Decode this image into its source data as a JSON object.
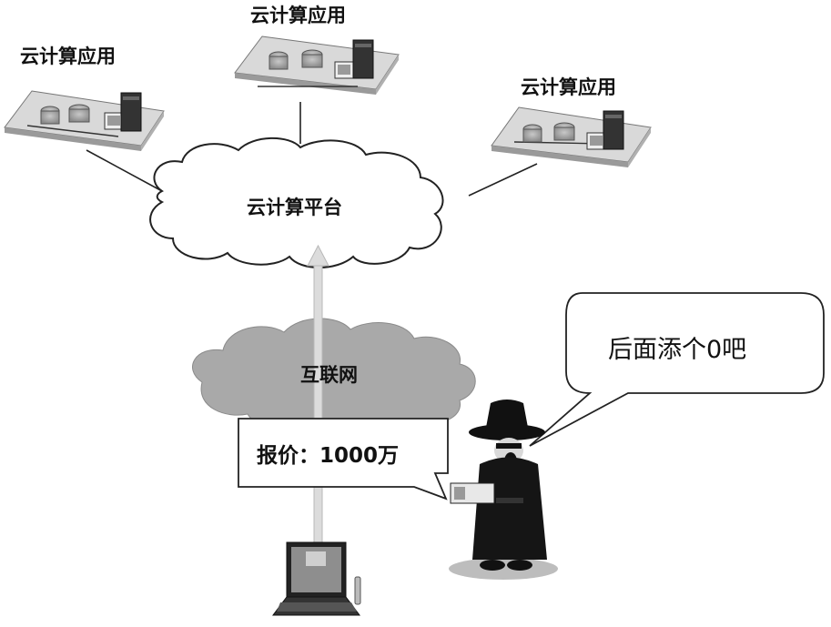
{
  "labels": {
    "app_left": "云计算应用",
    "app_top": "云计算应用",
    "app_right": "云计算应用",
    "platform": "云计算平台",
    "internet": "互联网",
    "quote": "报价：1000万",
    "speech": "后面添个0吧"
  },
  "icons": {
    "cloud_platform": "cloud-icon",
    "cloud_internet": "cloud-icon",
    "server_rack": "server-rack-icon",
    "laptop": "laptop-icon",
    "attacker": "spy-icon"
  },
  "colors": {
    "line": "#222222",
    "platform_cloud_fill": "#ffffff",
    "internet_cloud_fill": "#a9a9a9",
    "arrow": "#dcdcdc"
  }
}
